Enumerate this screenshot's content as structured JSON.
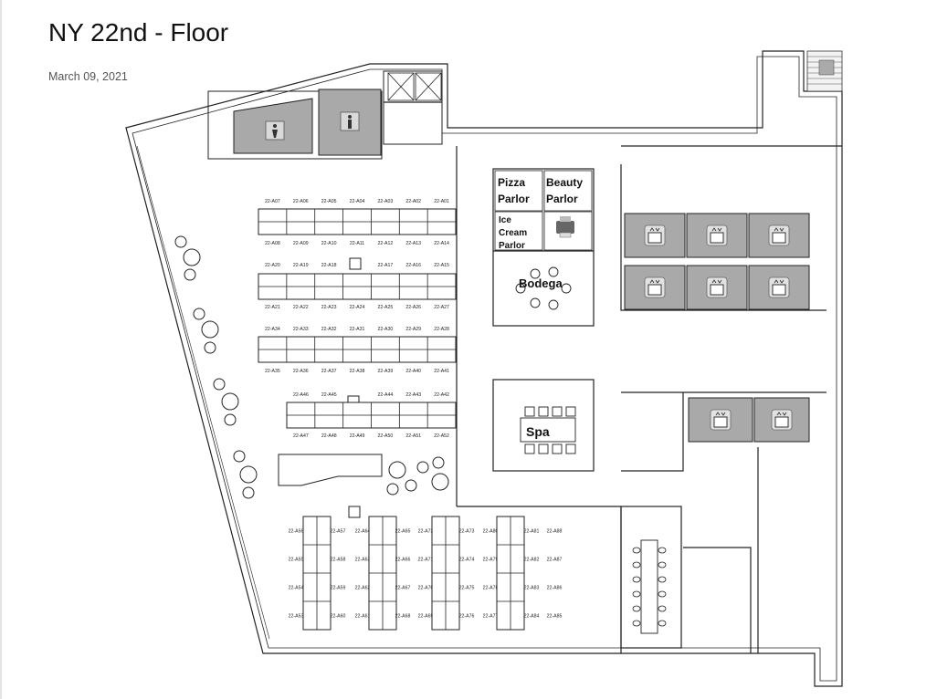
{
  "header": {
    "title": "NY 22nd - Floor",
    "date": "March 09, 2021"
  },
  "rooms": {
    "pizza": [
      "Pizza",
      "Parlor"
    ],
    "beauty": [
      "Beauty",
      "Parlor"
    ],
    "icecream": [
      "Ice",
      "Cream",
      "Parlor"
    ],
    "bodega": "Bodega",
    "spa": "Spa"
  },
  "icons": {
    "restroom_women": "woman-restroom-icon",
    "restroom_men": "man-restroom-icon",
    "elevator": "elevator-icon",
    "printer": "printer-icon",
    "stairs": "stairs-icon"
  },
  "colors": {
    "wall": "#222222",
    "gray_room": "#a9a9a9",
    "elevator_fill": "#c7c7c7"
  },
  "desks": {
    "row_a1_top": [
      "22-A07",
      "22-A06",
      "22-A05",
      "22-A04",
      "22-A03",
      "22-A02",
      "22-A01"
    ],
    "row_a1_bottom": [
      "22-A08",
      "22-A09",
      "22-A10",
      "22-A11",
      "22-A12",
      "22-A13",
      "22-A14"
    ],
    "row_a2_top": [
      "22-A20",
      "22-A19",
      "22-A18",
      "22-A17",
      "22-A16",
      "22-A15"
    ],
    "row_a2_bottom": [
      "22-A21",
      "22-A22",
      "22-A23",
      "22-A24",
      "22-A25",
      "22-A26",
      "22-A27"
    ],
    "row_a3_top": [
      "22-A34",
      "22-A33",
      "22-A32",
      "22-A31",
      "22-A30",
      "22-A29",
      "22-A28"
    ],
    "row_a3_bottom": [
      "22-A35",
      "22-A36",
      "22-A37",
      "22-A38",
      "22-A39",
      "22-A40",
      "22-A41"
    ],
    "row_a4_top": [
      "22-A46",
      "22-A45",
      "22-A44",
      "22-A43",
      "22-A42"
    ],
    "row_a4_bottom": [
      "22-A47",
      "22-A48",
      "22-A49",
      "22-A50",
      "22-A51",
      "22-A52"
    ],
    "bench_left": [
      [
        "22-A56",
        "22-A57",
        "22-A64"
      ],
      [
        "22-A55",
        "22-A58",
        "22-A63"
      ],
      [
        "22-A54",
        "22-A59",
        "22-A62"
      ],
      [
        "22-A53",
        "22-A60",
        "22-A61"
      ]
    ],
    "bench_mid": [
      [
        "22-A65",
        "22-A72"
      ],
      [
        "22-A66",
        "22-A71"
      ],
      [
        "22-A67",
        "22-A70"
      ],
      [
        "22-A68",
        "22-A69"
      ]
    ],
    "bench_right": [
      [
        "22-A73",
        "22-A80"
      ],
      [
        "22-A74",
        "22-A79"
      ],
      [
        "22-A75",
        "22-A78"
      ],
      [
        "22-A76",
        "22-A77"
      ]
    ],
    "bench_far": [
      [
        "22-A81",
        "22-A88"
      ],
      [
        "22-A82",
        "22-A87"
      ],
      [
        "22-A83",
        "22-A86"
      ],
      [
        "22-A84",
        "22-A85"
      ]
    ]
  }
}
